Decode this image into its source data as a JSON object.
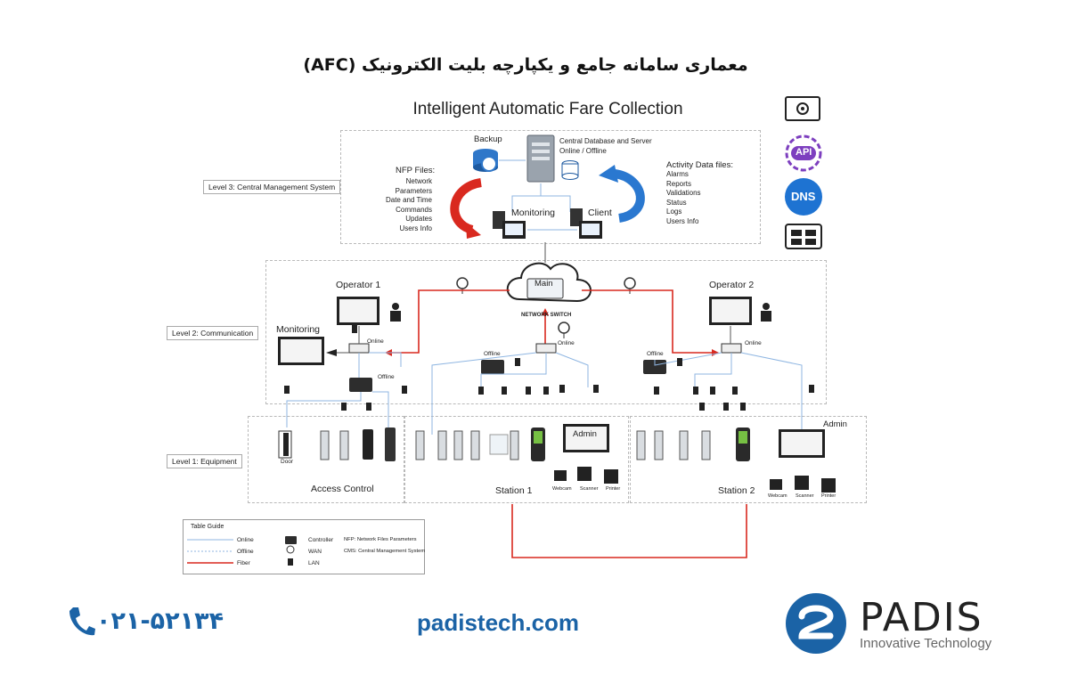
{
  "title_fa": "معماری سامانه جامع و یکپارچه بلیت الکترونیک (AFC)",
  "title_en": "Intelligent Automatic Fare Collection",
  "levels": {
    "level3": "Level 3: Central Management System",
    "level2": "Level 2: Communication",
    "level1": "Level 1: Equipment"
  },
  "level3": {
    "backup": "Backup",
    "server": "Central Database and Server",
    "server_mode": "Online / Offline",
    "nfp_title": "NFP Files:",
    "nfp_items": [
      "Network",
      "Parameters",
      "Date and Time",
      "Commands",
      "Updates",
      "Users Info"
    ],
    "activity_title": "Activity Data files:",
    "activity_items": [
      "Alarms",
      "Reports",
      "Validations",
      "Status",
      "Logs",
      "Users Info"
    ],
    "monitoring": "Monitoring",
    "client": "Client"
  },
  "level2": {
    "operator1": "Operator 1",
    "operator2": "Operator 2",
    "monitoring": "Monitoring",
    "main": "Main",
    "network_switch": "NETWORK SWITCH",
    "online": "Online",
    "offline": "Offline"
  },
  "level1": {
    "access_control": "Access Control",
    "station1": "Station 1",
    "station2": "Station 2",
    "admin": "Admin",
    "door": "Door",
    "webcam": "Webcam",
    "scanner": "Scanner",
    "printer": "Printer"
  },
  "guide": {
    "title": "Table Guide",
    "online": "Online",
    "offline": "Offline",
    "fiber": "Fiber",
    "controller": "Controller",
    "wan": "WAN",
    "lan": "LAN",
    "nfp": "NFP: Network Files Parameters",
    "cms": "CMS: Central Management System"
  },
  "right_icons": [
    "gear-screen-icon",
    "api-icon",
    "dns-icon",
    "server-rack-icon"
  ],
  "right_icon_labels": {
    "api": "API",
    "dns": "DNS"
  },
  "footer": {
    "phone": "۰۲۱-۵۲۱۳۴",
    "website": "padistech.com",
    "brand": "PADIS",
    "tagline": "Innovative Technology"
  },
  "colors": {
    "brand_blue": "#1b63a6",
    "fiber_red": "#d9291f",
    "online_line": "#8fb6e2",
    "api_purple": "#7d3fbf",
    "dns_blue": "#1e73d2"
  }
}
